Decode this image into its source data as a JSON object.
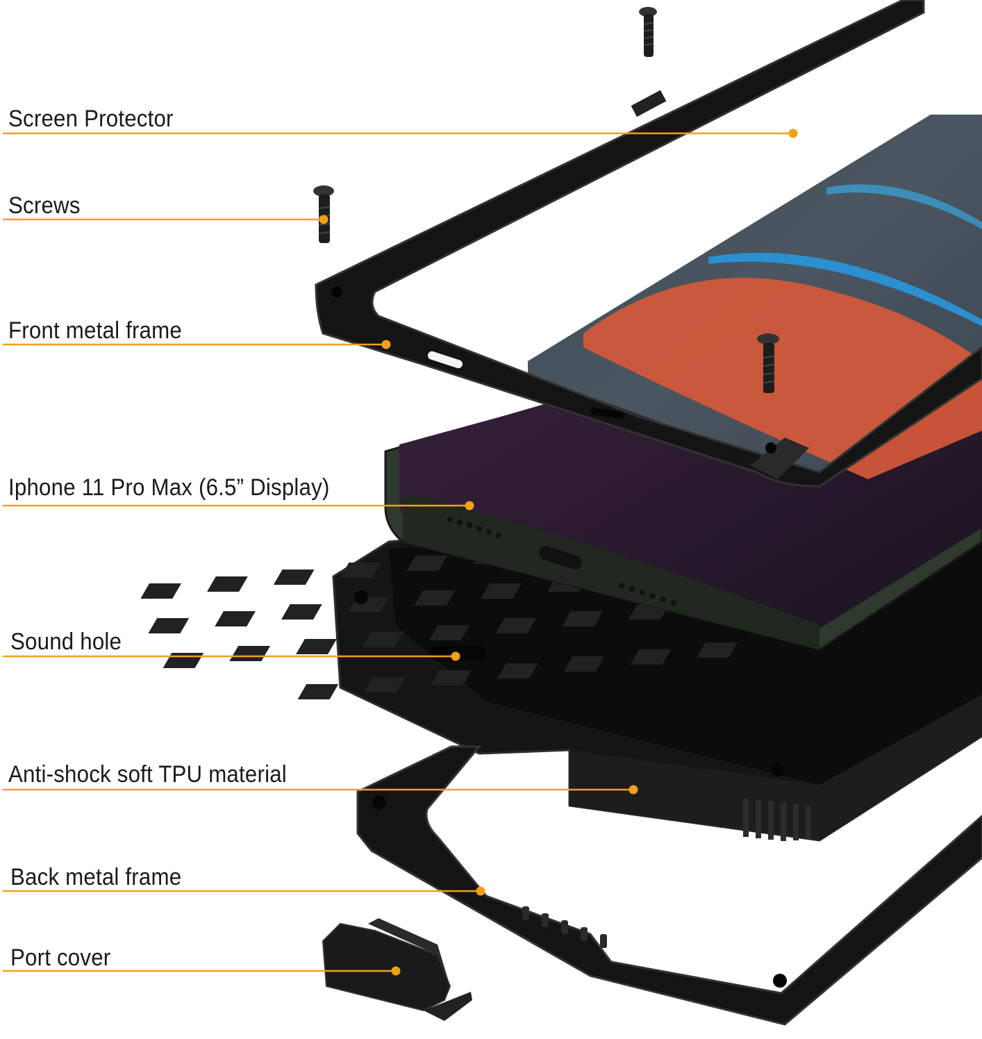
{
  "accent_color": "#f0a01a",
  "callouts": [
    {
      "id": "screen-protector",
      "label": "Screen Protector"
    },
    {
      "id": "screws",
      "label": "Screws"
    },
    {
      "id": "front-metal-frame",
      "label": "Front metal frame"
    },
    {
      "id": "iphone",
      "label": "Iphone 11 Pro Max (6.5” Display)"
    },
    {
      "id": "sound-hole",
      "label": "Sound hole"
    },
    {
      "id": "tpu-material",
      "label": "Anti-shock soft TPU material"
    },
    {
      "id": "back-metal-frame",
      "label": "Back metal frame"
    },
    {
      "id": "port-cover",
      "label": "Port cover"
    }
  ]
}
